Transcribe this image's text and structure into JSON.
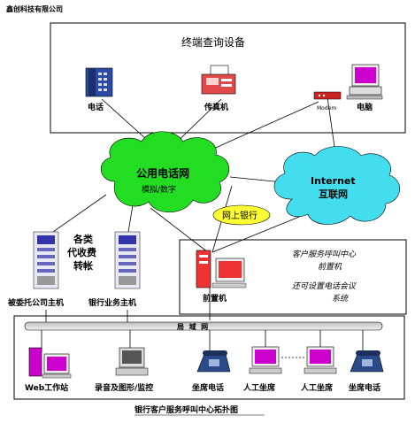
{
  "company": "鑫创科技有限公司",
  "terminal_box": {
    "title": "终端查询设备"
  },
  "devices": {
    "phone": "电话",
    "fax": "传真机",
    "modem": "Modem",
    "computer": "电脑"
  },
  "clouds": {
    "pstn": {
      "title": "公用电话网",
      "sub": "模拟/数字"
    },
    "internet": {
      "title": "Internet",
      "sub": "互联网"
    }
  },
  "online_bank": "网上银行",
  "side_label": [
    "各类",
    "代收费",
    "转帐"
  ],
  "servers": {
    "entrusted": "被委托公司主机",
    "bank_host": "银行业务主机"
  },
  "call_center": {
    "front_machine": "前置机",
    "note1": [
      "客户服务呼叫中心",
      "前置机"
    ],
    "note2": [
      "还可设置电话会议",
      "系统"
    ]
  },
  "bus_label": "局  域  网",
  "bottom_devices": {
    "web": "Web工作站",
    "record": "录音及图形/监控",
    "agent_phone1": "坐席电话",
    "manual1": "人工坐席",
    "manual2": "人工坐席",
    "agent_phone2": "坐席电话"
  },
  "caption": "银行客户服务呼叫中心拓扑图",
  "colors": {
    "cloud_green": "#22dd22",
    "cloud_cyan": "#44ddee",
    "bank_yellow": "#ffff33",
    "pc_magenta": "#cc00cc",
    "server_blue": "#3333aa"
  }
}
